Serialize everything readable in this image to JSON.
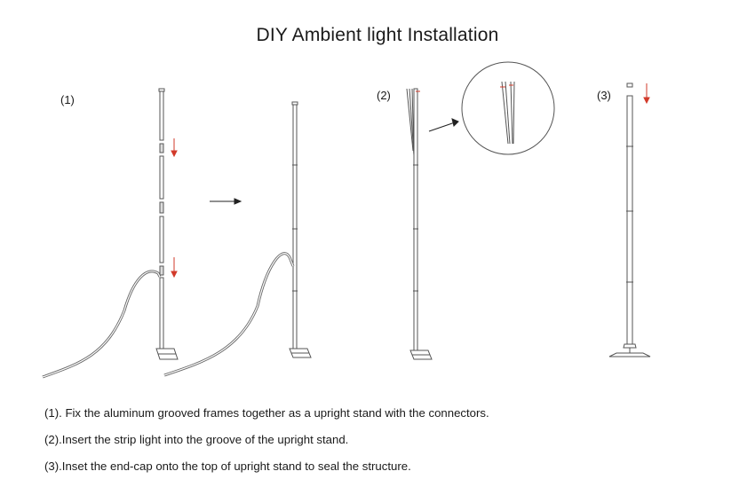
{
  "title": "DIY Ambient light Installation",
  "steps": [
    {
      "label": "(1)"
    },
    {
      "label": "(2)"
    },
    {
      "label": "(3)"
    }
  ],
  "instructions": [
    "(1). Fix the aluminum grooved frames together as a upright stand with the connectors.",
    "(2).Insert the strip light into the groove of the upright stand.",
    "(3).Inset the end-cap onto the top of upright stand to seal the structure."
  ],
  "colors": {
    "line": "#555555",
    "arrow_red": "#d23a2a",
    "text": "#1a1a1a"
  }
}
